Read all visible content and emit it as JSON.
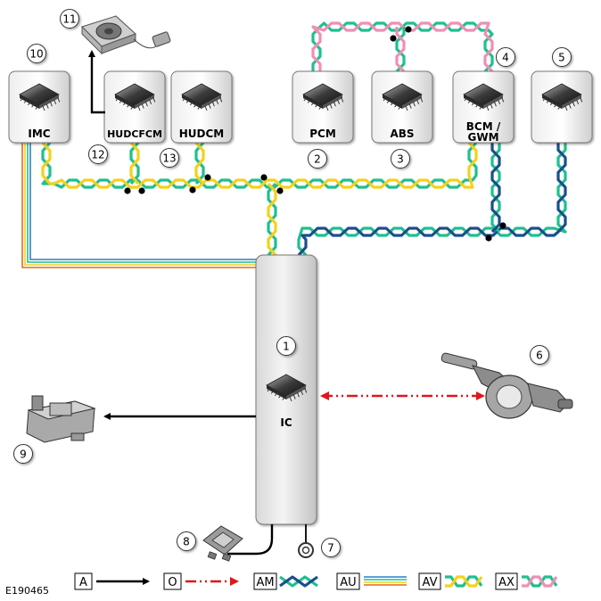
{
  "colors": {
    "twisted_teal": "#1fbf8f",
    "twisted_yellow": "#f2d21a",
    "twisted_pink": "#ef8fb4",
    "twisted_navy": "#1a4f8a",
    "optical_red": "#e0161b",
    "hardwired": "#000000"
  },
  "modules": {
    "imc": "IMC",
    "hudcfcm": "HUDCFCM",
    "hudcm": "HUDCM",
    "pcm": "PCM",
    "abs": "ABS",
    "bcm_line1": "BCM /",
    "bcm_line2": "GWM",
    "ic": "IC"
  },
  "callouts": {
    "n1": "1",
    "n2": "2",
    "n3": "3",
    "n4": "4",
    "n5": "5",
    "n6": "6",
    "n7": "7",
    "n8": "8",
    "n9": "9",
    "n10": "10",
    "n11": "11",
    "n12": "12",
    "n13": "13"
  },
  "legend": {
    "a": "A",
    "o": "O",
    "am": "AM",
    "au": "AU",
    "av": "AV",
    "ax": "AX"
  },
  "reference": "E190465",
  "icons": [
    "ecu-chip-icon",
    "cooling-fan-icon",
    "steering-column-switch-icon",
    "camera-module-icon",
    "fuse-icon",
    "ground-terminal-icon"
  ]
}
